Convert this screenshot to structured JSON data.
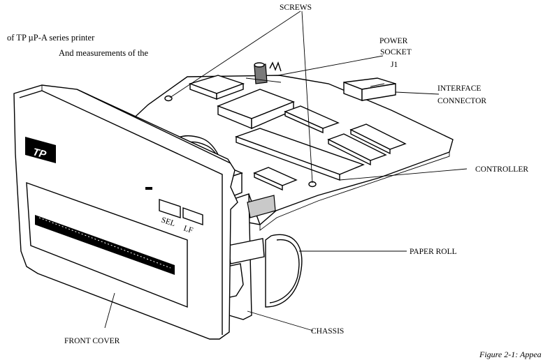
{
  "intro_text": {
    "line1": "of  TP µP-A  series printer",
    "line2": "And measurements of the"
  },
  "labels": {
    "screws": "SCREWS",
    "power_socket_1": "POWER",
    "power_socket_2": "SOCKET",
    "power_socket_3": "J1",
    "interface_1": "INTERFACE",
    "interface_2": "CONNECTOR",
    "controller": "CONTROLLER",
    "paper_roll": "PAPER ROLL",
    "chassis": "CHASSIS",
    "front_cover": "FRONT COVER"
  },
  "front_panel": {
    "logo": "TP",
    "sel_label": "SEL",
    "lf_label": "LF"
  },
  "caption": "Figure 2-1: Appea"
}
